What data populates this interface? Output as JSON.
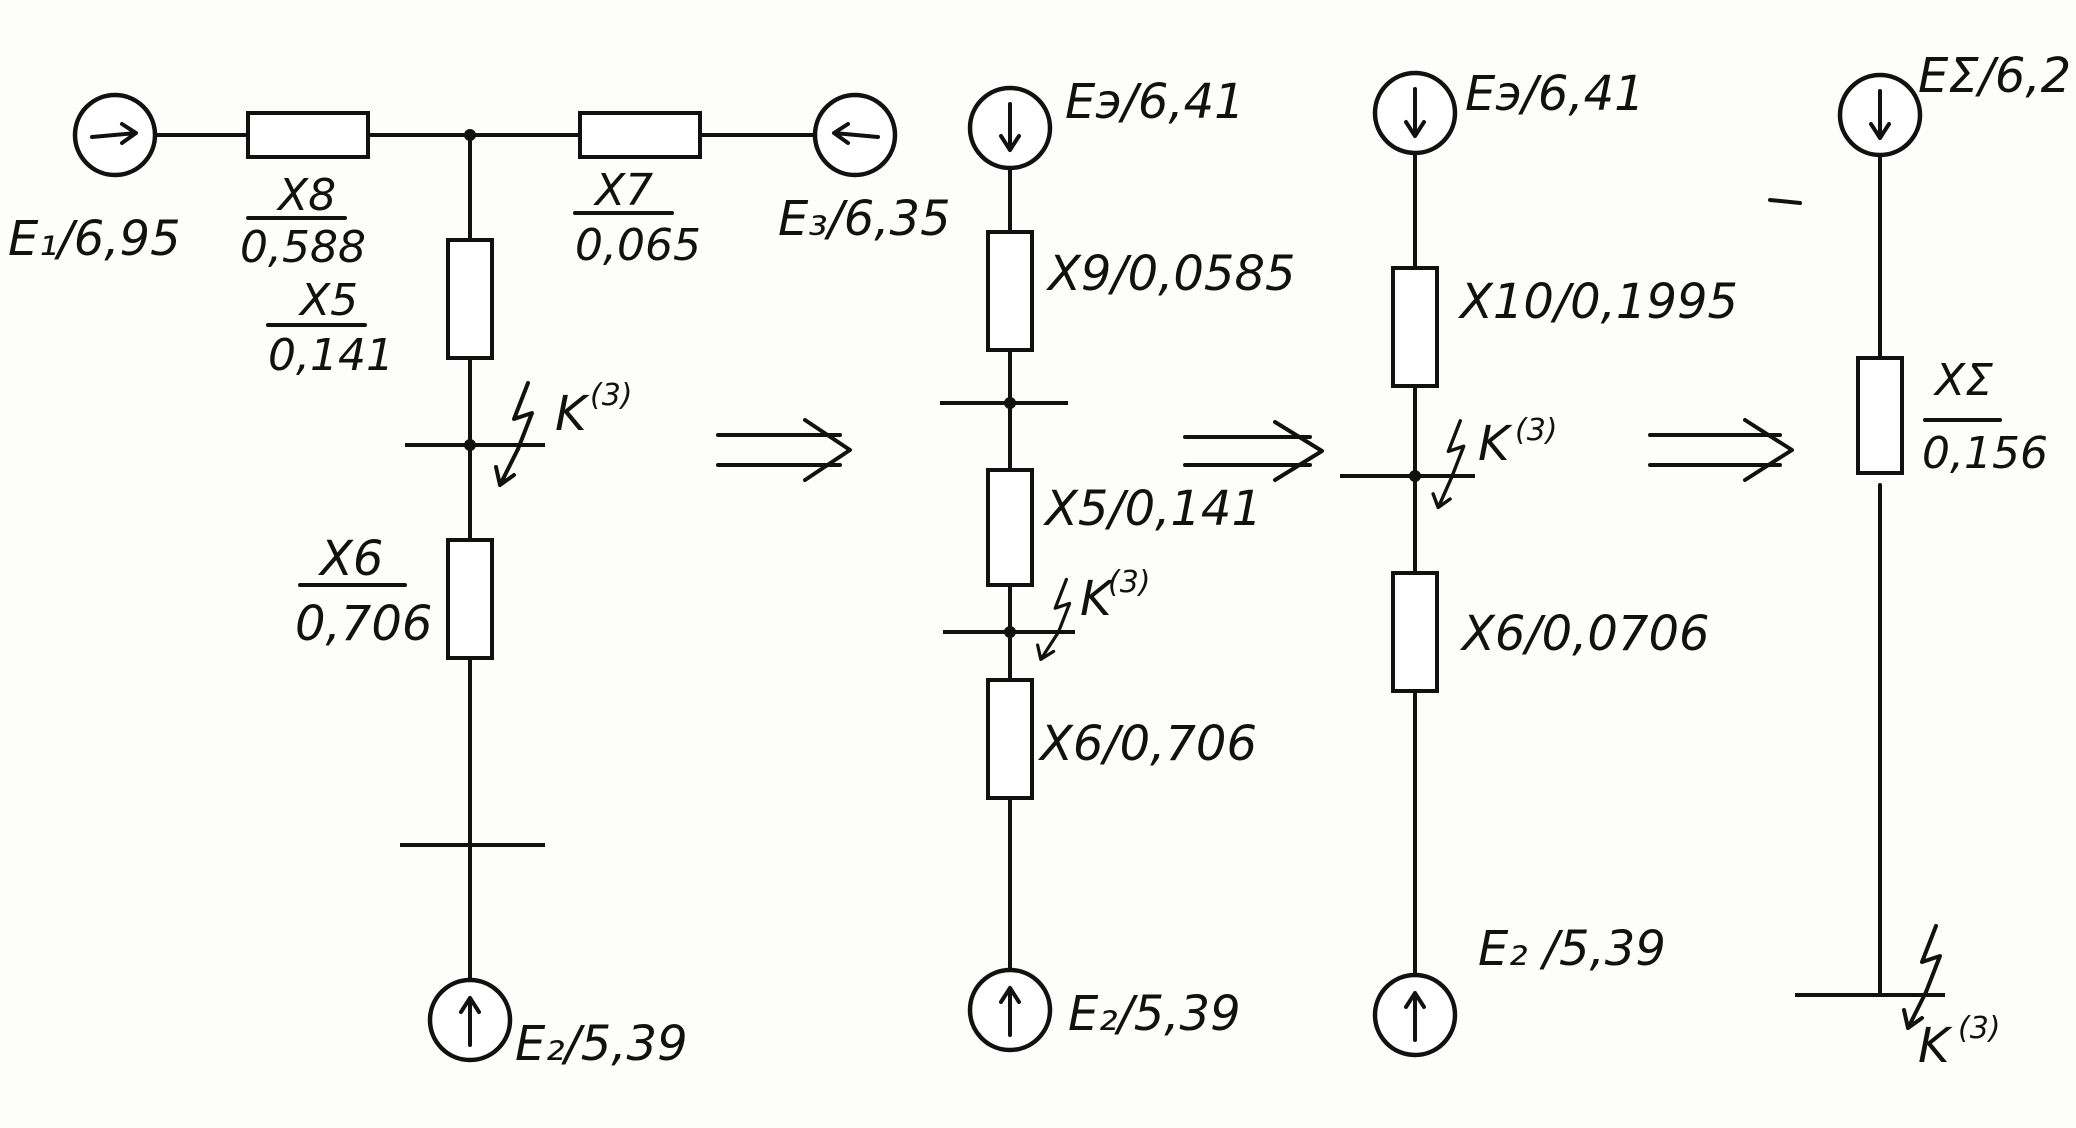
{
  "diagram": {
    "stage1": {
      "e1": "E₁/6,95",
      "e3": "E₃/6,35",
      "e2": "E₂/5,39",
      "x8_name": "X8",
      "x8_value": "0,588",
      "x7_name": "X7",
      "x7_value": "0,065",
      "x5_name": "X5",
      "x5_value": "0,141",
      "x6_name": "X6",
      "x6_value": "0,706",
      "fault": "K",
      "fault_sup": "(3)"
    },
    "stage2": {
      "source_top": "Eэ/6,41",
      "x9": "X9/0,0585",
      "x5": "X5/0,141",
      "x6": "X6/0,706",
      "source_bottom": "E₂/5,39",
      "fault": "K",
      "fault_sup": "(3)"
    },
    "stage3": {
      "source_top": "Eэ/6,41",
      "x10": "X10/0,1995",
      "x6": "X6/0,0706",
      "source_bottom": "E₂ /5,39",
      "fault": "K",
      "fault_sup": "(3)"
    },
    "stage4": {
      "source_top": "EΣ/6,2",
      "x_sigma_name": "XΣ",
      "x_sigma_value": "0,156",
      "fault": "K",
      "fault_sup": "(3)"
    }
  },
  "icons": {
    "source": "voltage-source-circle-icon",
    "fault": "lightning-fault-icon",
    "transform": "double-arrow-icon"
  }
}
